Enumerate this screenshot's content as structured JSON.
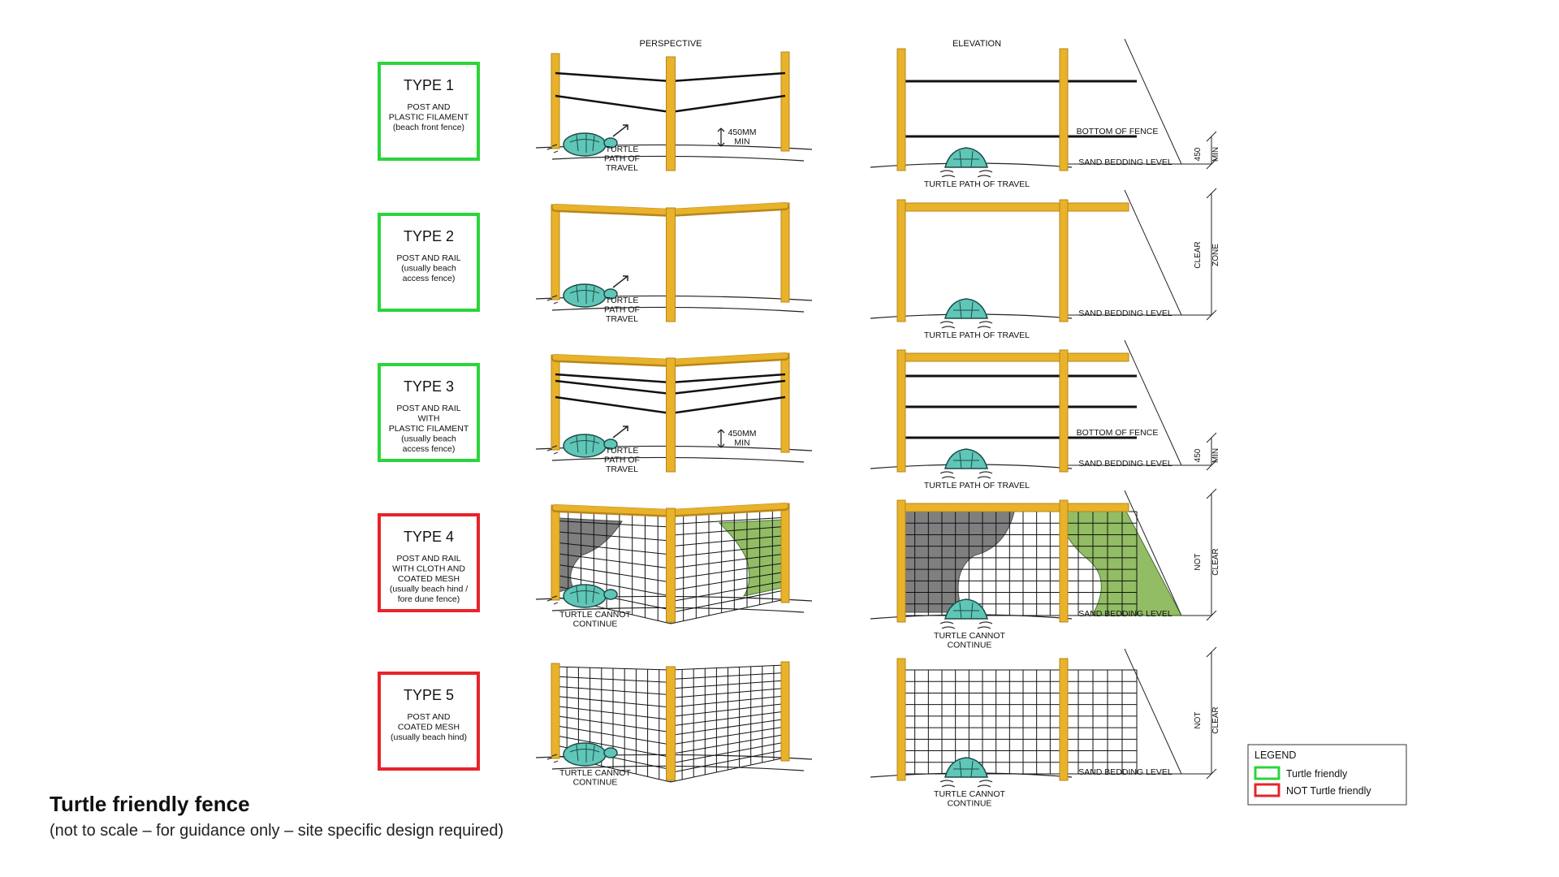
{
  "headers": {
    "perspective": "PERSPECTIVE",
    "elevation": "ELEVATION"
  },
  "colors": {
    "friendly": "#2bd43b",
    "not_friendly": "#e8232a",
    "post": "#e8b22a",
    "post_dark": "#b9851a",
    "cloth": "#7fb24a",
    "turtle": "#5fc6b8"
  },
  "types": [
    {
      "title": "TYPE 1",
      "desc": [
        "POST AND",
        "PLASTIC FILAMENT",
        "(beach front fence)"
      ],
      "status": "friendly"
    },
    {
      "title": "TYPE 2",
      "desc": [
        "POST AND  RAIL",
        "(usually beach",
        "access fence)"
      ],
      "status": "friendly"
    },
    {
      "title": "TYPE 3",
      "desc": [
        "POST AND  RAIL",
        "WITH",
        "PLASTIC FILAMENT",
        "(usually beach",
        "access fence)"
      ],
      "status": "friendly"
    },
    {
      "title": "TYPE 4",
      "desc": [
        "POST AND  RAIL",
        "WITH CLOTH AND",
        "COATED MESH",
        "(usually beach hind /",
        "fore dune fence)"
      ],
      "status": "not_friendly"
    },
    {
      "title": "TYPE 5",
      "desc": [
        "POST AND",
        "COATED MESH",
        "(usually beach hind)"
      ],
      "status": "not_friendly"
    }
  ],
  "labels": {
    "turtle_path_lines": [
      "TURTLE",
      "PATH OF",
      "TRAVEL"
    ],
    "min_450_lines": [
      "450MM",
      "MIN"
    ],
    "turtle_path_of_travel": "TURTLE PATH OF TRAVEL",
    "bottom_of_fence": "BOTTOM OF FENCE",
    "sand_bedding_level": "SAND BEDDING LEVEL",
    "dim_450": "450",
    "dim_min": "MIN",
    "clear": "CLEAR",
    "zone": "ZONE",
    "not": "NOT",
    "turtle_cannot_lines": [
      "TURTLE CANNOT",
      "CONTINUE"
    ]
  },
  "legend": {
    "title": "LEGEND",
    "items": [
      {
        "label": "Turtle friendly",
        "status": "friendly"
      },
      {
        "label": "NOT Turtle friendly",
        "status": "not_friendly"
      }
    ]
  },
  "footer": {
    "title": "Turtle friendly fence",
    "subtitle": "(not to scale – for guidance only – site specific design required)"
  }
}
